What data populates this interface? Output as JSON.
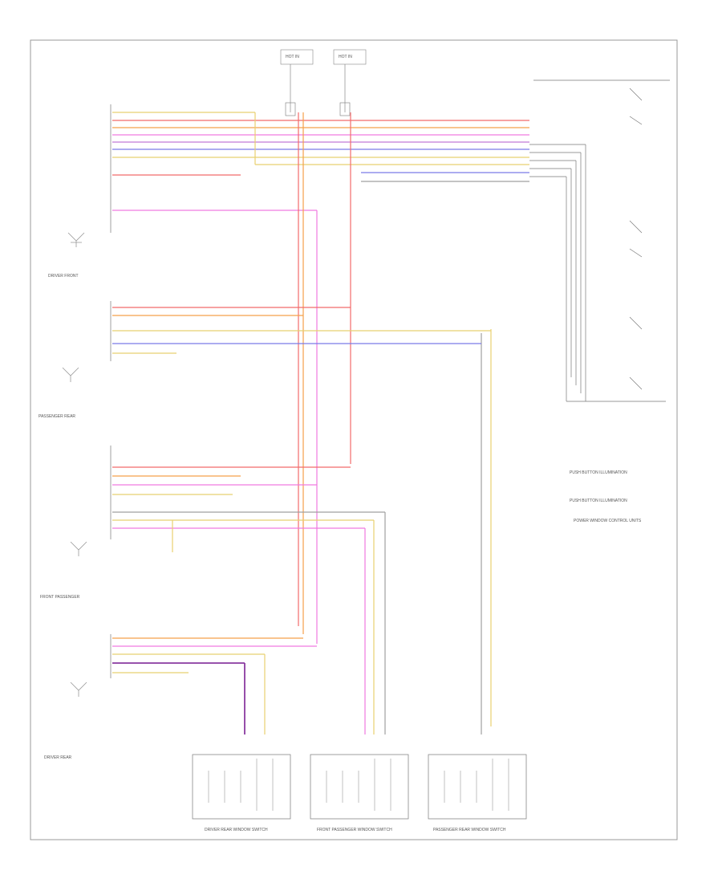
{
  "diagram": {
    "top_block_left": "HOT IN",
    "top_block_right": "HOT IN",
    "module_labels": [
      "DRIVER FRONT",
      "PASSENGER REAR",
      "FRONT PASSENGER",
      "DRIVER REAR"
    ],
    "switch_labels": [
      "DRIVER REAR WINDOW SWITCH",
      "FRONT PASSENGER WINDOW SWITCH",
      "PASSENGER REAR WINDOW SWITCH"
    ],
    "right_notes": [
      "PUSH BUTTON ILLUMINATION",
      "PUSH BUTTON ILLUMINATION",
      "POWER WINDOW CONTROL UNITS"
    ],
    "wire_colors": {
      "red": "#f26b6b",
      "orange": "#f5a04a",
      "yellow": "#e8d070",
      "violet": "#c07ad8",
      "blue": "#7a7ae8",
      "pink": "#f07ae0",
      "grey": "#a0a0a0",
      "black": "#707070",
      "purple": "#8a3aa0"
    }
  }
}
